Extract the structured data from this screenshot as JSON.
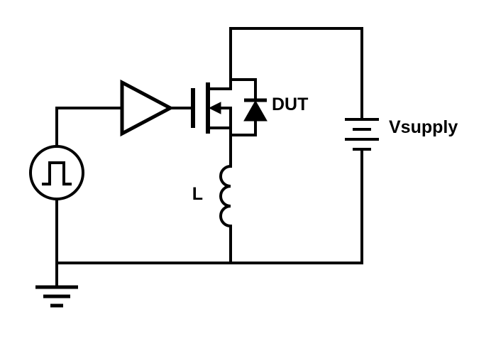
{
  "diagram": {
    "kind": "circuit-schematic",
    "labels": {
      "dut": "DUT",
      "supply": "Vsupply",
      "inductor": "L"
    },
    "components": [
      {
        "name": "pulse-generator",
        "symbol": "circle-with-pulse-waveform"
      },
      {
        "name": "gate-driver-buffer",
        "symbol": "triangle-buffer"
      },
      {
        "name": "mosfet-dut",
        "symbol": "n-channel-mosfet"
      },
      {
        "name": "body-diode",
        "symbol": "diode-pointing-up"
      },
      {
        "name": "inductor",
        "symbol": "coil-3-turns"
      },
      {
        "name": "voltage-supply",
        "symbol": "battery-4-plates"
      },
      {
        "name": "ground",
        "symbol": "earth-ground-3-bars"
      }
    ],
    "colors": {
      "stroke": "#000000",
      "background": "#ffffff"
    }
  }
}
